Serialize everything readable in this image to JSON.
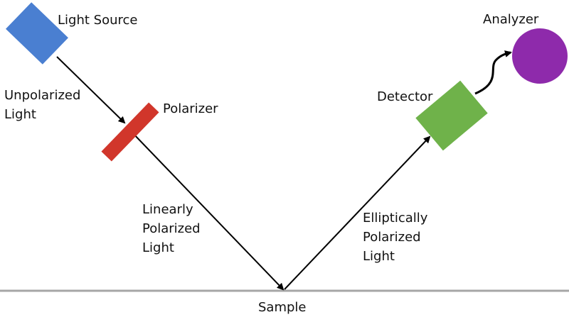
{
  "labels": {
    "light_source": "Light Source",
    "unpolarized_1": "Unpolarized",
    "unpolarized_2": "Light",
    "polarizer": "Polarizer",
    "linear_1": "Linearly",
    "linear_2": "Polarized",
    "linear_3": "Light",
    "sample": "Sample",
    "elliptical_1": "Elliptically",
    "elliptical_2": "Polarized",
    "elliptical_3": "Light",
    "detector": "Detector",
    "analyzer": "Analyzer"
  },
  "colors": {
    "light_source": "#4a7fd1",
    "polarizer": "#d1362b",
    "detector": "#6fb24a",
    "analyzer": "#8e2aab",
    "beam": "#000000",
    "surface": "#a6a6a6"
  },
  "icons": {
    "light_source": "blue-rectangle",
    "polarizer": "red-bar",
    "detector": "green-rectangle",
    "analyzer": "purple-circle"
  }
}
